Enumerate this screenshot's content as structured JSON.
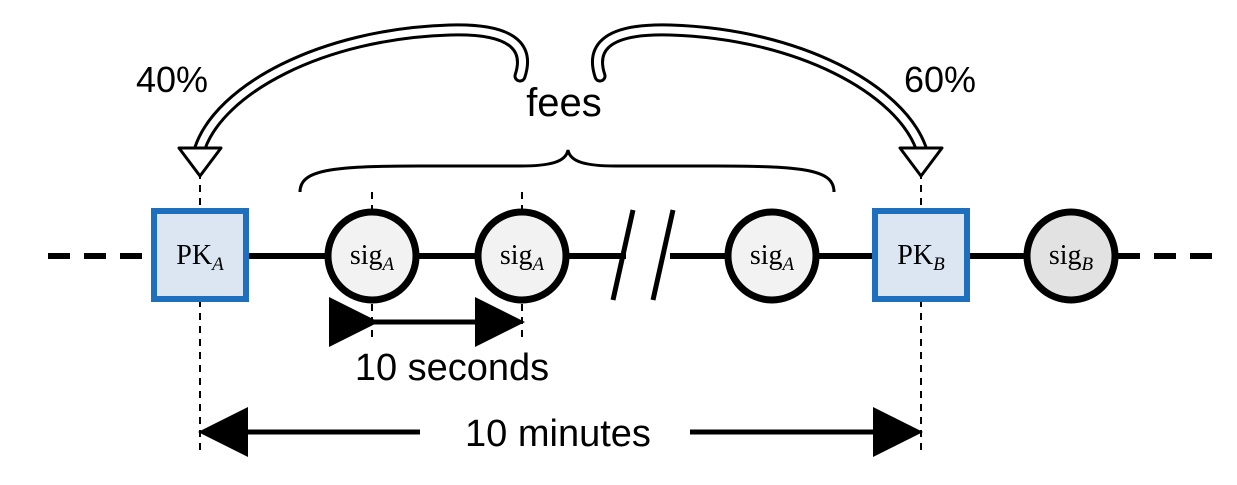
{
  "labels": {
    "fees": "fees",
    "pct_left": "40%",
    "pct_right": "60%",
    "seconds": "10 seconds",
    "minutes": "10 minutes"
  },
  "nodes": [
    {
      "kind": "key-block",
      "main": "PK",
      "sub": "A"
    },
    {
      "kind": "sig-block",
      "main": "sig",
      "sub": "A"
    },
    {
      "kind": "sig-block",
      "main": "sig",
      "sub": "A"
    },
    {
      "kind": "sig-block",
      "main": "sig",
      "sub": "A"
    },
    {
      "kind": "key-block",
      "main": "PK",
      "sub": "B"
    },
    {
      "kind": "sig-block",
      "main": "sig",
      "sub": "B"
    }
  ],
  "colors": {
    "key_border": "#1f6fbf",
    "key_fill": "#dce6f2",
    "sig_fill": "#f2f2f2",
    "sig_b_fill": "#e2e2e2",
    "stroke": "#000000"
  }
}
